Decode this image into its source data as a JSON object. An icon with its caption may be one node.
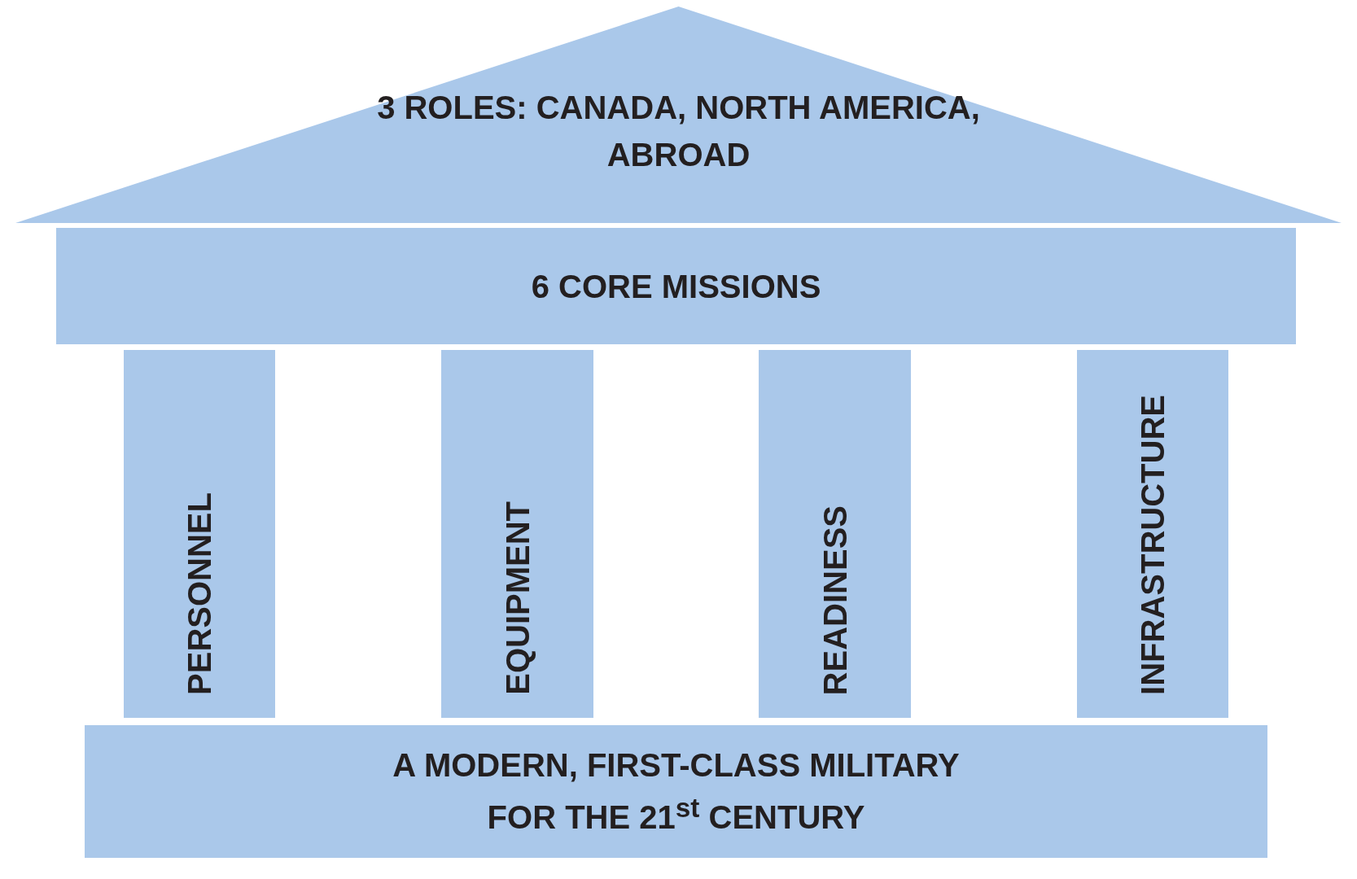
{
  "diagram": {
    "nodes": [
      {
        "text": [
          "3 ROLES: CANADA, NORTH AMERICA, ABROAD"
        ]
      },
      {
        "text": [
          "6 CORE MISSIONS"
        ]
      },
      {
        "text": [
          "PERSONNEL"
        ]
      },
      {
        "text": [
          "EQUIPMENT"
        ]
      },
      {
        "text": [
          "READINESS"
        ]
      },
      {
        "text": [
          "INFRASTRUCTURE"
        ]
      },
      {
        "text": [
          "A MODERN, FIRST-CLASS MILITARY FOR THE 21$^{st}$ CENTURY"
        ]
      }
    ]
  }
}
